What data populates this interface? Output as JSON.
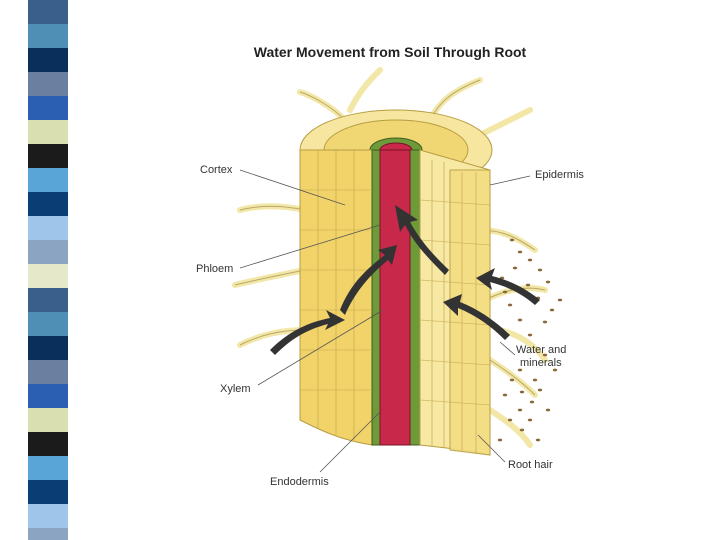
{
  "title": "Water Movement from Soil Through Root",
  "labels": {
    "cortex": "Cortex",
    "epidermis": "Epidermis",
    "phloem": "Phloem",
    "water_line1": "Water and",
    "water_line2": "minerals",
    "xylem": "Xylem",
    "root_hair": "Root hair",
    "endodermis": "Endodermis"
  },
  "colors": {
    "cortex": "#f2d36a",
    "epidermis": "#f7e9a3",
    "xylem": "#c8284a",
    "vascular_band": "#6f9a3a",
    "arrow": "#333333",
    "stripe": [
      "#3a5f8a",
      "#4f8fb6",
      "#0b2f5b",
      "#6b7fa0",
      "#2a5fb1",
      "#d9dfb1",
      "#1b1b1b",
      "#5aa5d8",
      "#0a3d74",
      "#9fc6ea",
      "#8aa4c2",
      "#e6e9c9"
    ]
  }
}
